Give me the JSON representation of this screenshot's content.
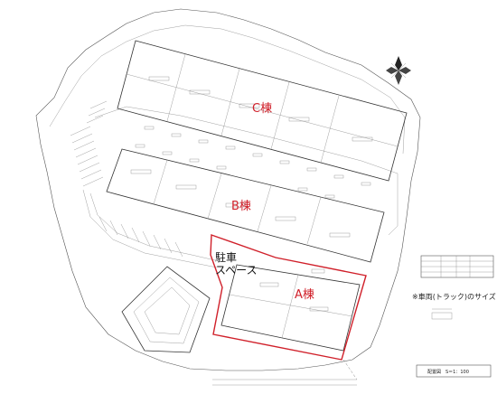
{
  "buildings": {
    "c": {
      "label": "C棟"
    },
    "b": {
      "label": "B棟"
    },
    "a": {
      "label": "A棟"
    }
  },
  "parking": {
    "line1": "駐車",
    "line2": "スペース"
  },
  "truck_note": "※車両(トラック)のサイズ",
  "scale_label": "配置図　S＝1：100",
  "colors": {
    "highlight": "#d0202a",
    "linework": "#555555"
  }
}
